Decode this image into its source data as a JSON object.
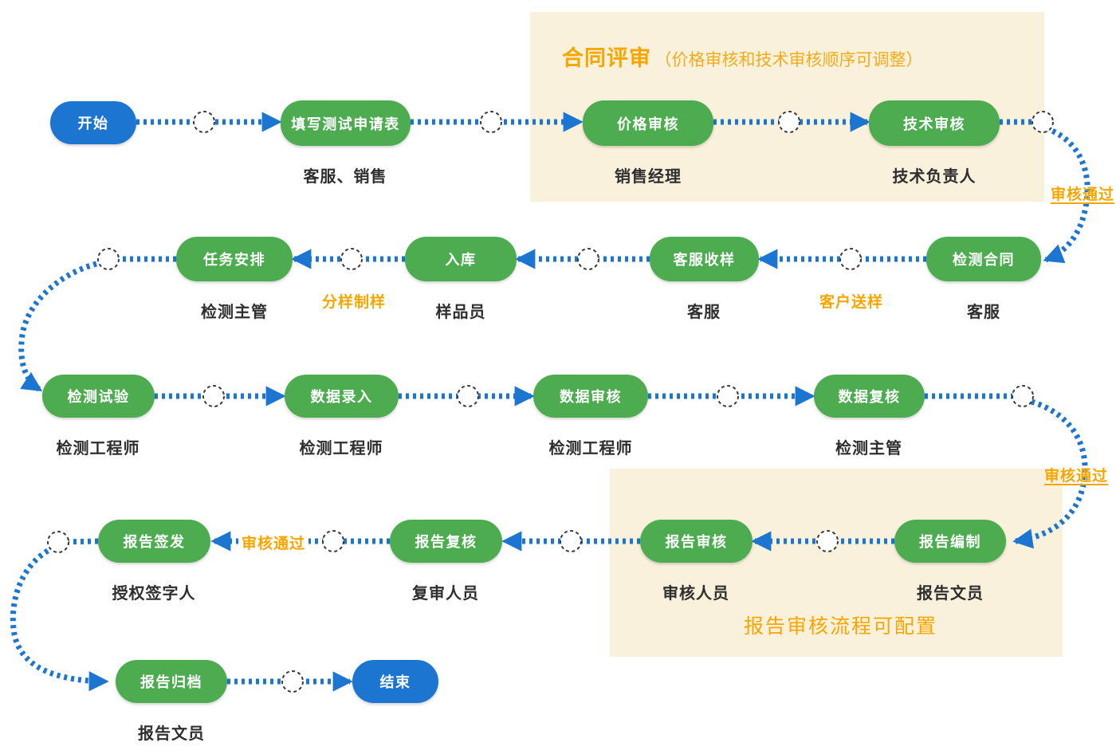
{
  "colors": {
    "node_green": "#4DAC50",
    "node_blue": "#1C75D0",
    "connector_blue": "#1C75D0",
    "annotation_orange": "#F7A600",
    "region_beige": "#FAF1DC",
    "role_text": "#2e2e2e"
  },
  "regions": {
    "contract_review": {
      "title": "合同评审",
      "subtitle": "（价格审核和技术审核顺序可调整）"
    },
    "report_review": {
      "title": "报告审核流程可配置"
    }
  },
  "nodes": {
    "start": {
      "label": "开始"
    },
    "apply": {
      "label": "填写测试申请表",
      "role": "客服、销售"
    },
    "price": {
      "label": "价格审核",
      "role": "销售经理"
    },
    "tech": {
      "label": "技术审核",
      "role": "技术负责人"
    },
    "contract": {
      "label": "检测合同",
      "role": "客服"
    },
    "receive": {
      "label": "客服收样",
      "role": "客服"
    },
    "stock": {
      "label": "入库",
      "role": "样品员"
    },
    "task": {
      "label": "任务安排",
      "role": "检测主管"
    },
    "test": {
      "label": "检测试验",
      "role": "检测工程师"
    },
    "entry": {
      "label": "数据录入",
      "role": "检测工程师"
    },
    "review": {
      "label": "数据审核",
      "role": "检测工程师"
    },
    "recheck": {
      "label": "数据复核",
      "role": "检测主管"
    },
    "draft": {
      "label": "报告编制",
      "role": "报告文员"
    },
    "raudit": {
      "label": "报告审核",
      "role": "审核人员"
    },
    "rrecheck": {
      "label": "报告复核",
      "role": "复审人员"
    },
    "sign": {
      "label": "报告签发",
      "role": "授权签字人"
    },
    "archive": {
      "label": "报告归档",
      "role": "报告文员"
    },
    "end": {
      "label": "结束"
    }
  },
  "annotations": {
    "approve_pass_1": "审核通过",
    "approve_pass_2": "审核通过",
    "approve_pass_3": "审核通过",
    "customer_send_sample": "客户送样",
    "split_prepare_sample": "分样制样"
  }
}
